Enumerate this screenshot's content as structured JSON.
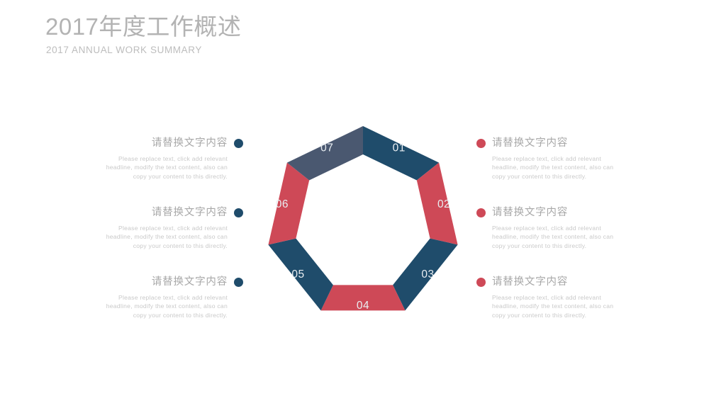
{
  "header": {
    "title": "2017年度工作概述",
    "subtitle": "2017 ANNUAL  WORK SUMMARY"
  },
  "colors": {
    "navy": "#1f4c6b",
    "red": "#ce4957",
    "slate": "#4a5870",
    "title_gray": "#b3b3b3",
    "body_gray": "#c9c9c9",
    "heading_gray": "#a8a8a8",
    "label_text": "#e9eef2"
  },
  "diagram": {
    "type": "heptagon-ring",
    "segment_count": 7,
    "segments": [
      {
        "number": "01",
        "color_name": "navy",
        "color": "#1f4c6b"
      },
      {
        "number": "02",
        "color_name": "red",
        "color": "#ce4957"
      },
      {
        "number": "03",
        "color_name": "navy",
        "color": "#1f4c6b"
      },
      {
        "number": "04",
        "color_name": "red",
        "color": "#ce4957"
      },
      {
        "number": "05",
        "color_name": "navy",
        "color": "#1f4c6b"
      },
      {
        "number": "06",
        "color_name": "red",
        "color": "#ce4957"
      },
      {
        "number": "07",
        "color_name": "slate",
        "color": "#4a5870"
      }
    ]
  },
  "callouts": {
    "left": [
      {
        "title": "请替换文字内容",
        "body": "Please replace text, click add relevant headline, modify the text content, also can copy your content to this directly.",
        "dot_color": "#1f4c6b"
      },
      {
        "title": "请替换文字内容",
        "body": "Please replace text, click add relevant headline, modify the text content, also can copy your content to this directly.",
        "dot_color": "#1f4c6b"
      },
      {
        "title": "请替换文字内容",
        "body": "Please replace text, click add relevant headline, modify the text content, also can copy your content to this directly.",
        "dot_color": "#1f4c6b"
      }
    ],
    "right": [
      {
        "title": "请替换文字内容",
        "body": "Please replace text, click add relevant headline, modify the text content, also can copy your content to this directly.",
        "dot_color": "#ce4957"
      },
      {
        "title": "请替换文字内容",
        "body": "Please replace text, click add relevant headline, modify the text content, also can copy your content to this directly.",
        "dot_color": "#ce4957"
      },
      {
        "title": "请替换文字内容",
        "body": "Please replace text, click add relevant headline, modify the text content, also can copy your content to this directly.",
        "dot_color": "#ce4957"
      }
    ]
  }
}
